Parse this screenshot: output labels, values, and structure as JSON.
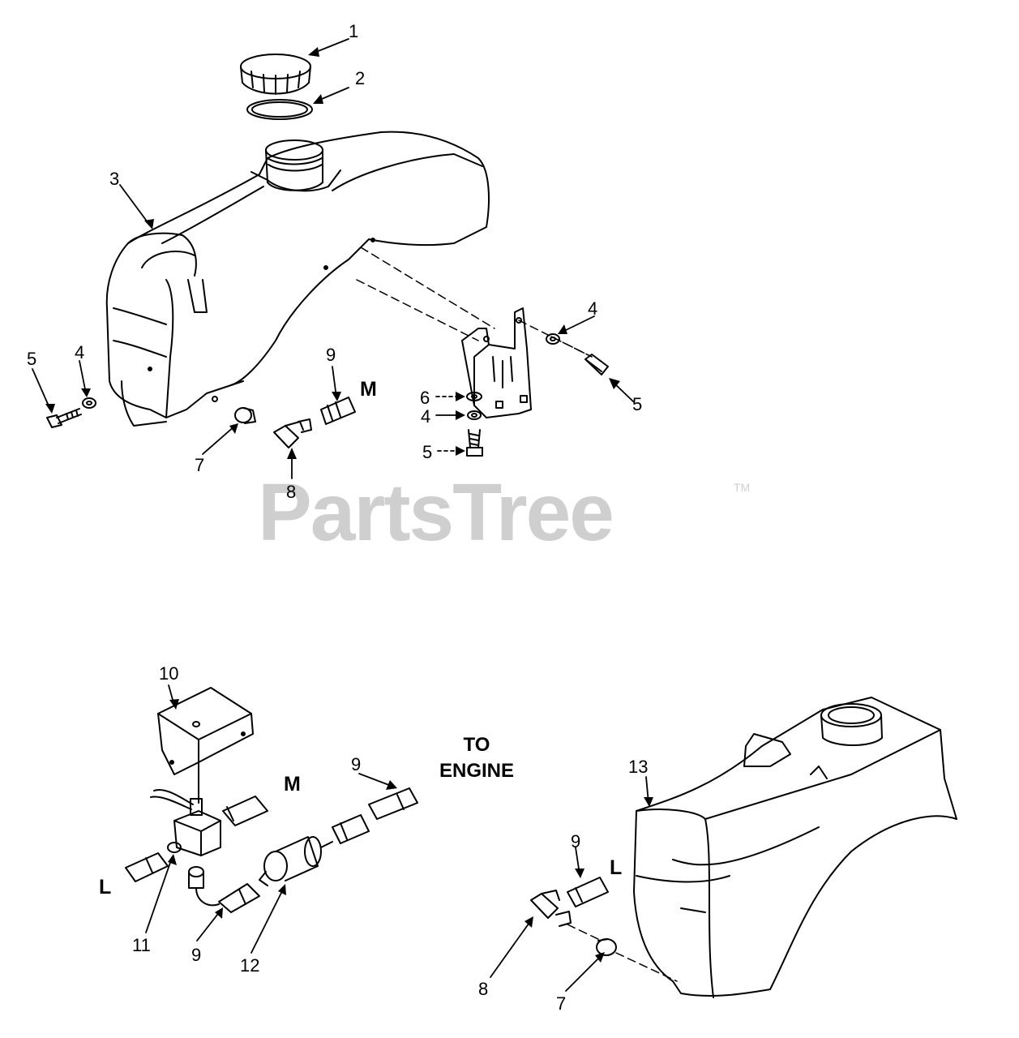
{
  "watermark": {
    "text": "PartsTree",
    "tm": "TM"
  },
  "note": {
    "line1": "TO",
    "line2": "ENGINE"
  },
  "callouts": {
    "c1": "1",
    "c2": "2",
    "c3": "3",
    "c4a": "4",
    "c4b": "4",
    "c4c": "4",
    "c5a": "5",
    "c5b": "5",
    "c5c": "5",
    "c6": "6",
    "c7a": "7",
    "c7b": "7",
    "c8a": "8",
    "c8b": "8",
    "c9a": "9",
    "c9b": "9",
    "c9c": "9",
    "c9d": "9",
    "c10": "10",
    "c11": "11",
    "c12": "12",
    "c13": "13",
    "mA": "M",
    "mB": "M",
    "lA": "L",
    "lB": "L"
  }
}
